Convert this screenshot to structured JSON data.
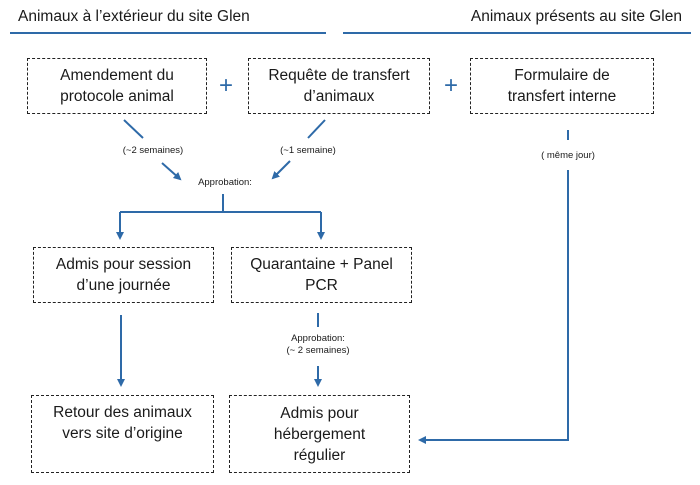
{
  "headers": {
    "left": "Animaux à l’extérieur du site Glen",
    "right": "Animaux présents au site Glen"
  },
  "boxes": {
    "amendement": "Amendement du\nprotocole animal",
    "requete": "Requête de transfert\nd’animaux",
    "formulaire": "Formulaire de\ntransfert interne",
    "admis_session": "Admis pour session\nd’une journée",
    "quarantaine": "Quarantaine + Panel\nPCR",
    "retour": "Retour des animaux\nvers site d’origine",
    "admis_hebergement": "Admis pour\nhébergement\nrégulier"
  },
  "operators": {
    "plus": "+"
  },
  "notes": {
    "two_weeks": "(~2 semaines)",
    "one_week": "(~1 semaine)",
    "approbation": "Approbation:",
    "same_day": "( même jour)",
    "approbation_pcr": "Approbation:\n(~ 2 semaines)"
  },
  "colors": {
    "accent": "#2e6aa8",
    "border": "#222222"
  }
}
